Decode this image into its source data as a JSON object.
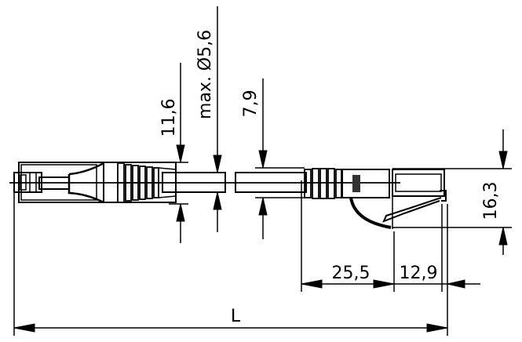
{
  "drawing": {
    "title": "RJ45 patch cable dimension drawing",
    "line_color": "#000000",
    "background": "#ffffff"
  },
  "dimensions": {
    "boot_height": "11,6",
    "cable_diameter": "max. Ø5,6",
    "cable_diameter_prefix": "max.",
    "cable_diameter_symbol": "Ø",
    "cable_diameter_value": "5,6",
    "boot_height_right": "7,9",
    "plug_height": "16,3",
    "boot_length": "25,5",
    "plug_length": "12,9",
    "total_length": "L"
  }
}
